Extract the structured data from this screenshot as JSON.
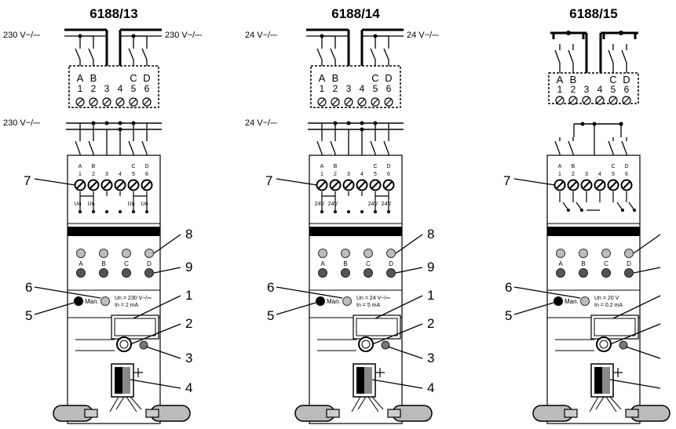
{
  "devices": [
    {
      "title": "6188/13",
      "supply_left": "230 V~/⎓",
      "supply_right": "230 V~/⎓",
      "supply_bus": "230 V~/⎓",
      "terminal_letters": [
        "A",
        "B",
        "",
        "",
        "C",
        "D"
      ],
      "terminal_numbers": [
        "1",
        "2",
        "3",
        "4",
        "5",
        "6"
      ],
      "output_labels": [
        "Un",
        "Un",
        "",
        "",
        "Un",
        "Un"
      ],
      "led_letters": [
        "A",
        "B",
        "C",
        "D"
      ],
      "man_label": "Man.",
      "rating_voltage": "Un = 230 V~/⎓",
      "rating_current": "In = 2 mA"
    },
    {
      "title": "6188/14",
      "supply_left": "24 V~/⎓",
      "supply_right": "24 V~/⎓",
      "supply_bus": "24 V~/⎓",
      "terminal_letters": [
        "A",
        "B",
        "",
        "",
        "C",
        "D"
      ],
      "terminal_numbers": [
        "1",
        "2",
        "3",
        "4",
        "5",
        "6"
      ],
      "output_labels": [
        "24V",
        "24V",
        "",
        "",
        "24V",
        "24V"
      ],
      "led_letters": [
        "A",
        "B",
        "C",
        "D"
      ],
      "man_label": "Man.",
      "rating_voltage": "Un = 24 V~/⎓",
      "rating_current": "In = 5 mA"
    },
    {
      "title": "6188/15",
      "terminal_letters": [
        "A",
        "B",
        "",
        "",
        "C",
        "D"
      ],
      "terminal_numbers": [
        "1",
        "2",
        "3",
        "4",
        "5",
        "6"
      ],
      "led_letters": [
        "A",
        "B",
        "C",
        "D"
      ],
      "man_label": "Man.",
      "rating_voltage": "Un = 20 V",
      "rating_current": "In = 0.2 mA"
    }
  ],
  "callouts": [
    "1",
    "2",
    "3",
    "4",
    "5",
    "6",
    "7",
    "8",
    "9"
  ]
}
